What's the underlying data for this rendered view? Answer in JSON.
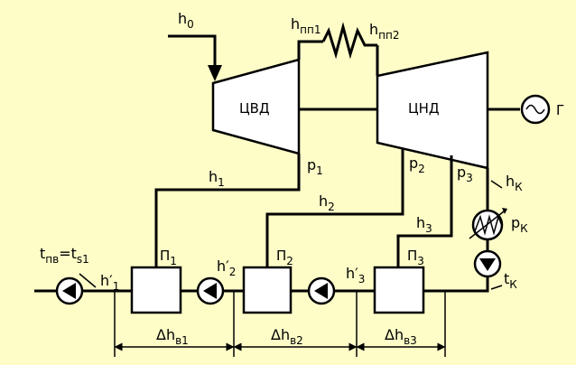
{
  "colors": {
    "background": "#fefdc8",
    "line": "#000000",
    "equipment_fill": "#ffffff"
  },
  "labels": {
    "h0": {
      "base": "h",
      "sub": "0"
    },
    "hpp1": {
      "base": "h",
      "sub": "пп1"
    },
    "hpp2": {
      "base": "h",
      "sub": "пп2"
    },
    "cvd": "ЦВД",
    "cnd": "ЦНД",
    "generator": "Г",
    "p1": {
      "base": "p",
      "sub": "1"
    },
    "p2": {
      "base": "p",
      "sub": "2"
    },
    "p3": {
      "base": "p",
      "sub": "3"
    },
    "h1": {
      "base": "h",
      "sub": "1"
    },
    "h2": {
      "base": "h",
      "sub": "2"
    },
    "h3": {
      "base": "h",
      "sub": "3"
    },
    "hk": {
      "base": "h",
      "sub": "К"
    },
    "pk": {
      "base": "p",
      "sub": "К"
    },
    "tk": {
      "base": "t",
      "sub": "К"
    },
    "tpv": {
      "base": "t",
      "sub": "пв",
      "eq": "=t",
      "sub2": "s1"
    },
    "P1": {
      "base": "П",
      "sub": "1"
    },
    "P2": {
      "base": "П",
      "sub": "2"
    },
    "P3": {
      "base": "П",
      "sub": "3"
    },
    "hp1": {
      "base": "h′",
      "sub": "1"
    },
    "hp2": {
      "base": "h′",
      "sub": "2"
    },
    "hp3": {
      "base": "h′",
      "sub": "3"
    },
    "dhv1": {
      "base": "Δh",
      "sub": "в1"
    },
    "dhv2": {
      "base": "Δh",
      "sub": "в2"
    },
    "dhv3": {
      "base": "Δh",
      "sub": "в3"
    }
  },
  "icons": {
    "reheater": "zigzag-reheater-icon",
    "generator": "sine-wave-generator-icon",
    "condenser": "zigzag-coil-condenser-icon",
    "pump": "pump-triangle-icon"
  }
}
